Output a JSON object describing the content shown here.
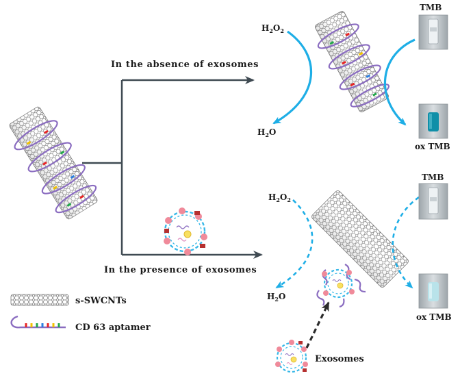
{
  "branches": {
    "absence": "In the absence of exosomes",
    "presence": "In the presence of exosomes"
  },
  "top": {
    "reactant": "H",
    "reactant_sub": "2",
    "reactant_tail": "O",
    "reactant_sub2": "2",
    "product": "H",
    "product_sub": "2",
    "product_tail": "O",
    "tmb": "TMB",
    "ox_tmb": "ox TMB"
  },
  "bottom": {
    "reactant": "H",
    "reactant_sub": "2",
    "reactant_tail": "O",
    "reactant_sub2": "2",
    "product": "H",
    "product_sub": "2",
    "product_tail": "O",
    "tmb": "TMB",
    "ox_tmb": "ox TMB",
    "exosomes": "Exosomes"
  },
  "legend": {
    "swcnt": "s-SWCNTs",
    "aptamer": "CD 63 aptamer"
  },
  "colors": {
    "arrow_gray": "#3f4a52",
    "cyan": "#1eaee6",
    "aptamer": "#8a6cc0",
    "tmb_blue": "#0f8fa8",
    "tmb_light": "#b9e3ea"
  }
}
